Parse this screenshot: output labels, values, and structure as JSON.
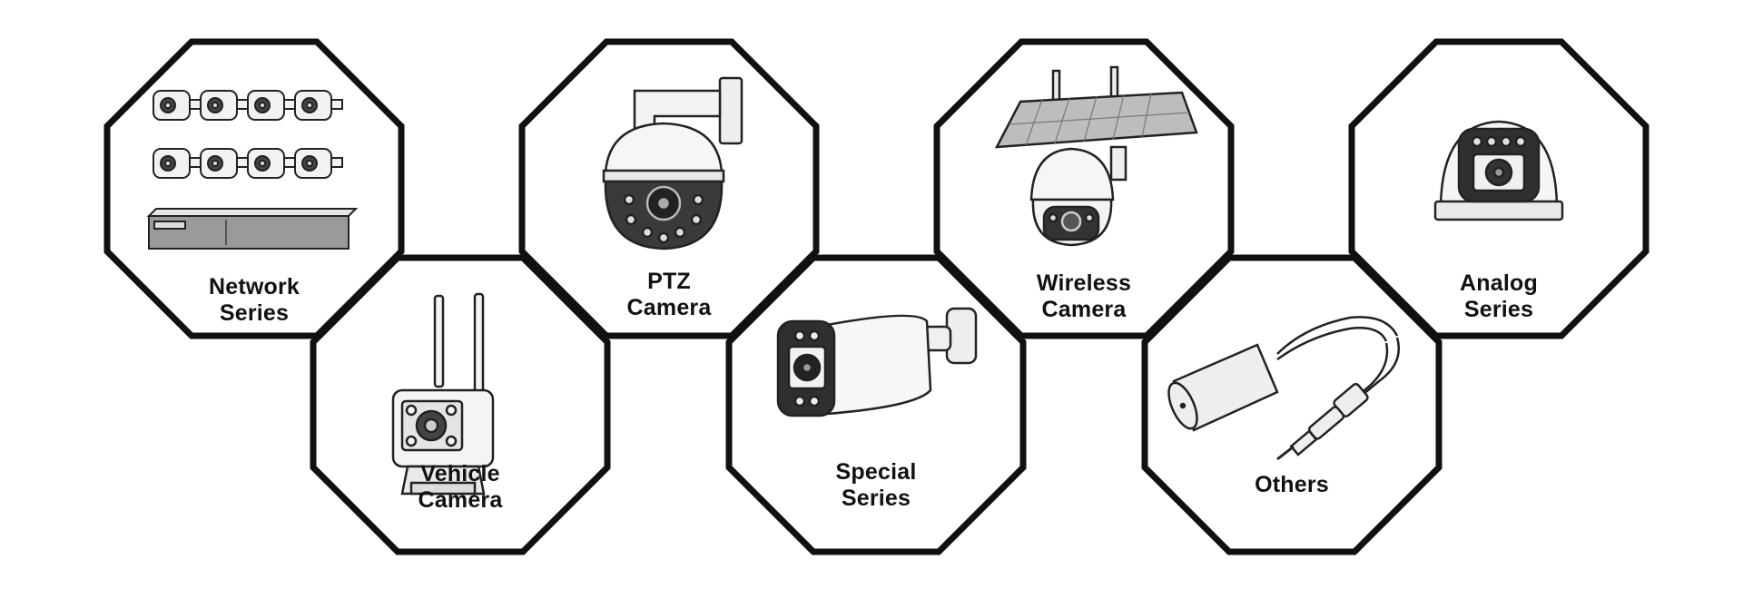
{
  "categories": [
    {
      "id": "network",
      "label": "Network\nSeries",
      "icon": "nvr-camera-kit-icon"
    },
    {
      "id": "vehicle",
      "label": "Vehicle\nCamera",
      "icon": "vehicle-camera-icon"
    },
    {
      "id": "ptz",
      "label": "PTZ\nCamera",
      "icon": "ptz-camera-icon"
    },
    {
      "id": "special",
      "label": "Special\nSeries",
      "icon": "bullet-camera-icon"
    },
    {
      "id": "wireless",
      "label": "Wireless\nCamera",
      "icon": "solar-wireless-camera-icon"
    },
    {
      "id": "others",
      "label": "Others",
      "icon": "pinhole-camera-cable-icon"
    },
    {
      "id": "analog",
      "label": "Analog\nSeries",
      "icon": "dome-camera-icon"
    }
  ],
  "colors": {
    "outline": "#111111",
    "background": "#ffffff"
  }
}
